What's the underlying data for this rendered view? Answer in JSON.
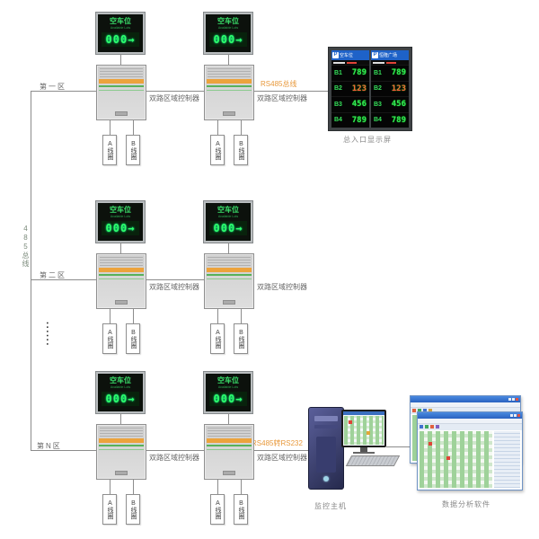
{
  "colors": {
    "led_green": "#2eff6a",
    "value_green": "#35e05a",
    "value_red": "#ff5a3c",
    "accent_orange": "#e8983a",
    "header_blue": "#1e62c8",
    "line_gray": "#8c8c8c"
  },
  "bus_label": "485总线",
  "dots": "······",
  "sign": {
    "title": "空车位",
    "subtitle": "Available Lots",
    "digits": "000",
    "arrow": "→"
  },
  "controller_label": "双路区域控制器",
  "coil_a": "A线圈",
  "coil_b": "B线圈",
  "zones": [
    {
      "label": "第一区"
    },
    {
      "label": "第二区"
    },
    {
      "label": "第N区"
    }
  ],
  "links": {
    "top": "RS485总线",
    "bottom": "RS485转RS232"
  },
  "entrance_display": {
    "label": "总入口显示屏",
    "p_icon": "P",
    "panels": [
      {
        "header": "空车位",
        "rows": [
          {
            "id": "B1",
            "val": "789",
            "color": "#35e05a"
          },
          {
            "id": "B2",
            "val": "123",
            "color": "#ff5a3c"
          },
          {
            "id": "B3",
            "val": "456",
            "color": "#35e05a"
          },
          {
            "id": "B4",
            "val": "789",
            "color": "#35e05a"
          }
        ]
      },
      {
        "header": "恒隆广场",
        "rows": [
          {
            "id": "B1",
            "val": "789",
            "color": "#35e05a"
          },
          {
            "id": "B2",
            "val": "123",
            "color": "#ff5a3c"
          },
          {
            "id": "B3",
            "val": "456",
            "color": "#35e05a"
          },
          {
            "id": "B4",
            "val": "789",
            "color": "#35e05a"
          }
        ]
      }
    ]
  },
  "host_label": "监控主机",
  "software_label": "数据分析软件"
}
